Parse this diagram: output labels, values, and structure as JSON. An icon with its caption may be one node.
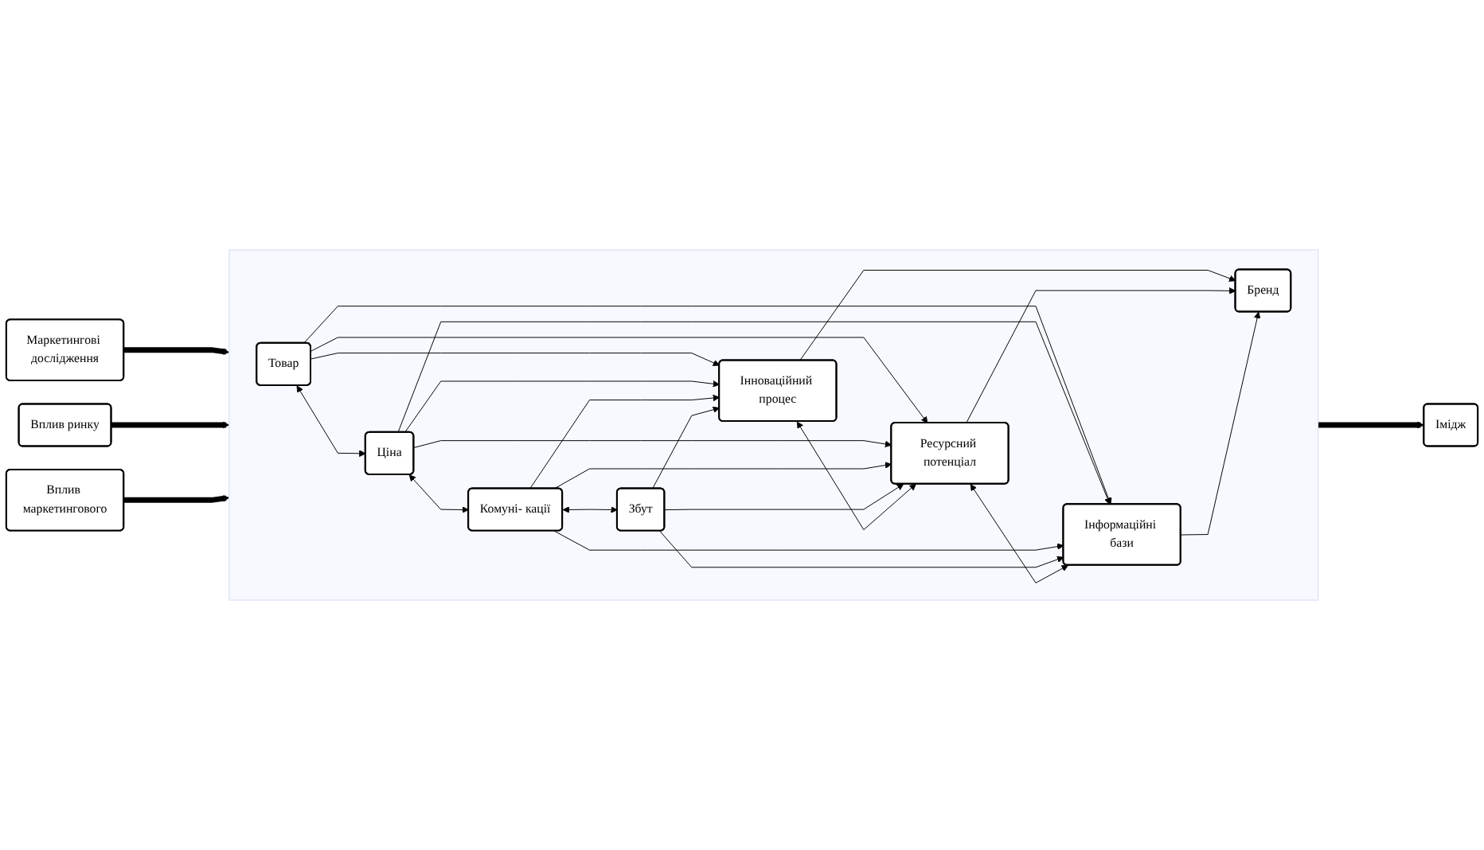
{
  "diagram": {
    "nodes": [
      {
        "text": [
          "Маркетингові дослідження"
        ]
      },
      {
        "text": [
          "Вплив ринку"
        ]
      },
      {
        "text": [],
        "shape": "box"
      },
      {
        "text": [
          "Товар"
        ],
        "in": 2
      },
      {
        "text": [
          "Ціна"
        ],
        "in": 2
      },
      {
        "text": [
          "Комуні- кації"
        ],
        "in": 2
      },
      {
        "text": [
          "Збут"
        ],
        "in": 2
      },
      {
        "text": [
          "Інноваційний процес"
        ],
        "in": 2
      },
      {
        "text": [
          "Ресурсний потенціал"
        ],
        "in": 2
      },
      {
        "text": [
          "Інформаційні бази"
        ],
        "in": 2
      },
      {
        "text": [
          "Бренд"
        ],
        "in": 2
      },
      {
        "text": [
          "Вплив маркетингового"
        ]
      },
      {
        "text": [
          "Імідж"
        ]
      }
    ],
    "edges": [
      {
        "from": 0,
        "to": 2,
        "arrow": "to",
        "style": "thick"
      },
      {
        "from": 3,
        "to": 4,
        "arrow": "both"
      },
      {
        "from": 4,
        "to": 5,
        "arrow": "both"
      },
      {
        "from": 5,
        "to": 6,
        "arrow": "both"
      },
      {
        "from": 3,
        "to": 7,
        "arrow": "to"
      },
      {
        "from": 3,
        "to": 8,
        "arrow": "to"
      },
      {
        "from": 3,
        "to": 9,
        "arrow": "to"
      },
      {
        "from": 4,
        "to": 7,
        "arrow": "to"
      },
      {
        "from": 4,
        "to": 8,
        "arrow": "to"
      },
      {
        "from": 4,
        "to": 9,
        "arrow": "to"
      },
      {
        "from": 5,
        "to": 7,
        "arrow": "to"
      },
      {
        "from": 5,
        "to": 8,
        "arrow": "to"
      },
      {
        "from": 5,
        "to": 9,
        "arrow": "to"
      },
      {
        "from": 6,
        "to": 7,
        "arrow": "to"
      },
      {
        "from": 6,
        "to": 8,
        "arrow": "to"
      },
      {
        "from": 6,
        "to": 9,
        "arrow": "to"
      },
      {
        "from": 7,
        "to": 8,
        "arrow": "both"
      },
      {
        "from": 8,
        "to": 9,
        "arrow": "both"
      },
      {
        "from": 7,
        "to": 10,
        "arrow": "to"
      },
      {
        "from": 8,
        "to": 10,
        "arrow": "to"
      },
      {
        "from": 9,
        "to": 10,
        "arrow": "to"
      },
      {
        "from": 1,
        "to": 2,
        "arrow": "to",
        "style": "thick"
      },
      {
        "from": 11,
        "to": 2,
        "arrow": "to",
        "style": "thick"
      },
      {
        "from": 2,
        "to": 12,
        "arrow": "to",
        "style": "thick"
      }
    ]
  }
}
